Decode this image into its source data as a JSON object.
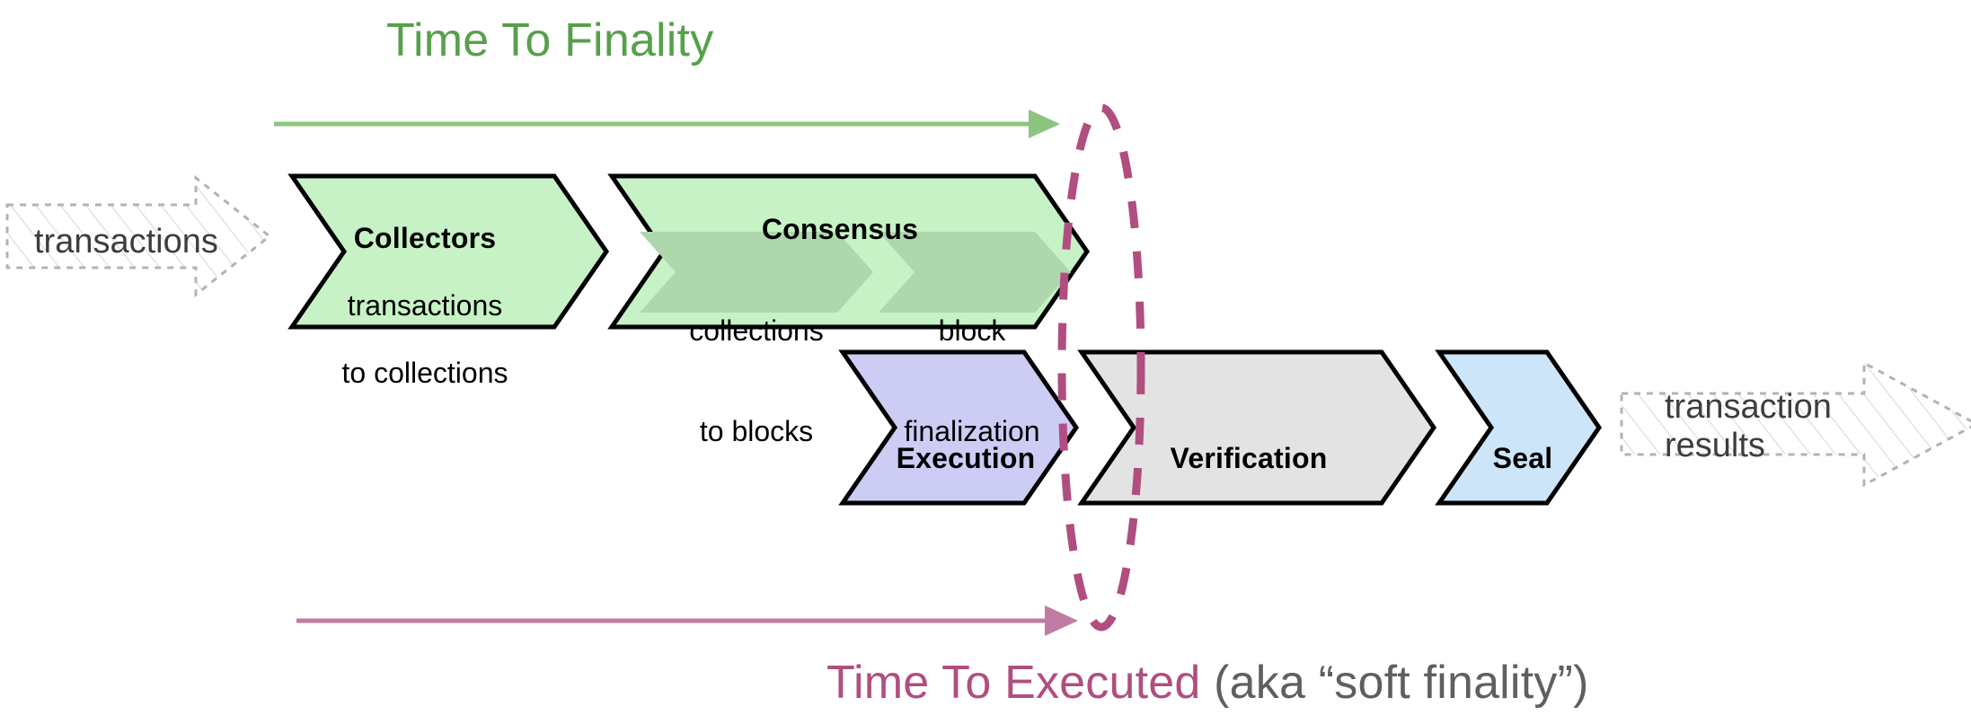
{
  "diagram": {
    "title_top": "Time To Finality",
    "title_bottom_accent": "Time To Executed",
    "title_bottom_muted": " (aka “soft finality”)",
    "colors": {
      "green_accent": "#57a04b",
      "green_arrow": "#8cc57f",
      "mauve_accent": "#b04e80",
      "mauve_arrow": "#c07ba3",
      "chevron_green_fill": "#c6f2c6",
      "chevron_subgreen_fill": "#aed7ad",
      "chevron_purple_fill": "#ccccf5",
      "chevron_gray_fill": "#e3e3e3",
      "chevron_blue_fill": "#cce5f9",
      "chevron_stroke": "#000000",
      "ghost_stroke": "#b3b3b3",
      "ghost_text": "#3d3d3d",
      "muted_text": "#5f5f5f"
    }
  },
  "inputs": {
    "transactions_label": "transactions"
  },
  "outputs": {
    "results_line1": "transaction",
    "results_line2": "results"
  },
  "pipeline": {
    "top_row": [
      {
        "id": "collectors",
        "header": "Collectors",
        "sub_line1": "transactions",
        "sub_line2": "to collections",
        "fill": "#c6f2c6"
      },
      {
        "id": "consensus",
        "header": "Consensus",
        "fill": "#c6f2c6",
        "sub_stages": [
          {
            "id": "collections-to-blocks",
            "line1": "collections",
            "line2": "to blocks"
          },
          {
            "id": "block-finalization",
            "line1": "block",
            "line2": "finalization"
          }
        ]
      }
    ],
    "bottom_row": [
      {
        "id": "execution",
        "header": "Execution",
        "fill": "#ccccf5"
      },
      {
        "id": "verification",
        "header": "Verification",
        "fill": "#e3e3e3"
      },
      {
        "id": "seal",
        "header": "Seal",
        "fill": "#cce5f9"
      }
    ]
  },
  "annotations": {
    "finality_marker": "dashed-ellipse",
    "top_arrow": "time-to-finality-arrow",
    "bottom_arrow": "time-to-executed-arrow"
  }
}
